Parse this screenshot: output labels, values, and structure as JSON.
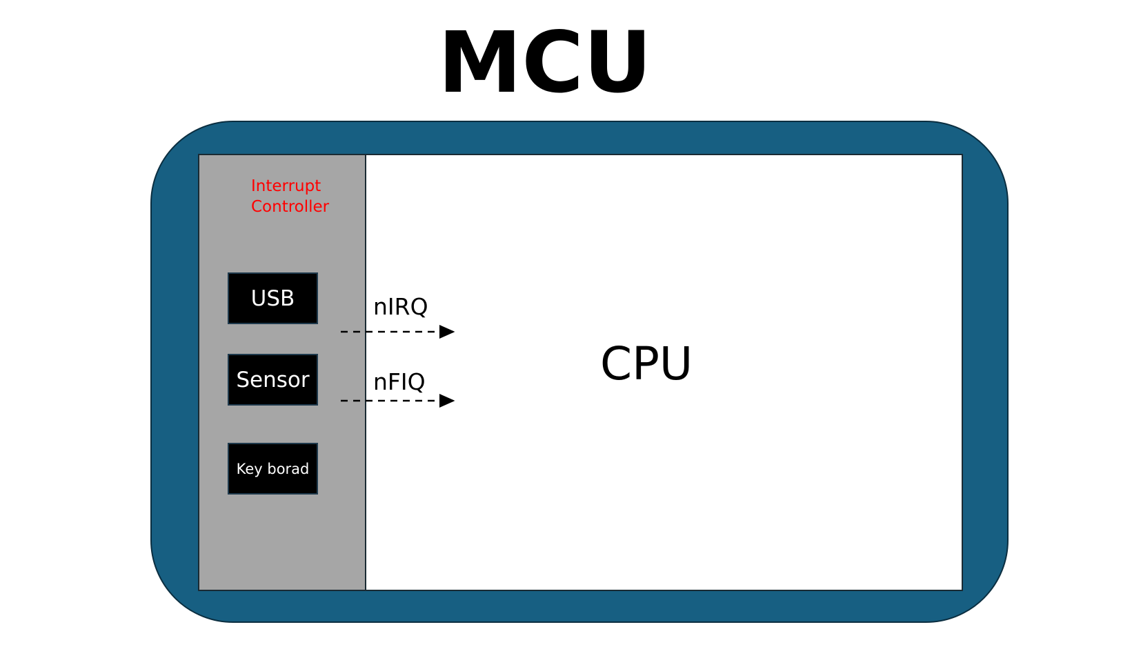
{
  "title": "MCU",
  "interrupt_controller": {
    "label_line1": "Interrupt",
    "label_line2": "Controller",
    "label_color": "#ff0000",
    "panel_color": "#a6a6a6"
  },
  "devices": [
    {
      "label": "USB"
    },
    {
      "label": "Sensor"
    },
    {
      "label": "Key borad"
    }
  ],
  "signals": [
    {
      "label": "nIRQ"
    },
    {
      "label": "nFIQ"
    }
  ],
  "cpu": {
    "label": "CPU"
  },
  "frame_color": "#175f82"
}
